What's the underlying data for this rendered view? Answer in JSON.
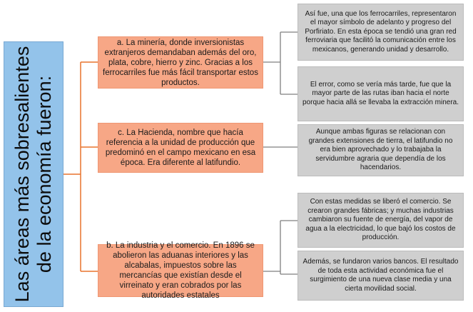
{
  "root": {
    "text": "Las áreas más sobresalientes de la economía fueron:"
  },
  "branches": [
    {
      "text": "a. La minería, donde inversionistas extranjeros demandaban además del oro, plata, cobre, hierro y zinc. Gracias a los ferrocarriles fue más fácil transportar estos productos.",
      "details": [
        "Así fue, una que los ferrocarriles, representaron el mayor símbolo de adelanto y progreso del Porfiriato. En esta época se tendió una gran red ferroviaria que facilitó la comunicación entre los mexicanos, generando unidad y desarrollo.",
        "El error, como se vería más tarde, fue que la mayor parte de las rutas iban hacia el norte porque hacia allá se llevaba la extracción minera."
      ]
    },
    {
      "text": "c. La Hacienda, nombre que hacía referencia a la unidad de producción que predominó en el campo mexicano en esa época. Era diferente al latifundio.",
      "details": [
        "Aunque ambas figuras se relacionan con grandes extensiones de tierra, el latifundio no era bien aprovechado y lo trabajaba la servidumbre agraria que dependía de los hacendarios."
      ]
    },
    {
      "text": "b. La industria y el comercio. En 1896 se abolieron las aduanas interiores y las alcabalas, impuestos sobre las mercancías que existían desde el virreinato y eran cobrados por las autoridades estatales",
      "details": [
        "Con estas medidas se liberó el comercio. Se crearon grandes fábricas; y muchas industrias cambiaron su fuente de energía, del vapor de agua a la electricidad, lo que bajó los costos de producción.",
        "Además, se fundaron varios bancos. El resultado de toda esta actividad económica fue el surgimiento de una nueva clase media y una cierta movilidad social."
      ]
    }
  ],
  "colors": {
    "root_fill": "#93c3ea",
    "branch_fill": "#f7a786",
    "detail_fill": "#cfcfcf",
    "root_connector": "#e8742d",
    "detail_connector": "#7f7f7f"
  }
}
